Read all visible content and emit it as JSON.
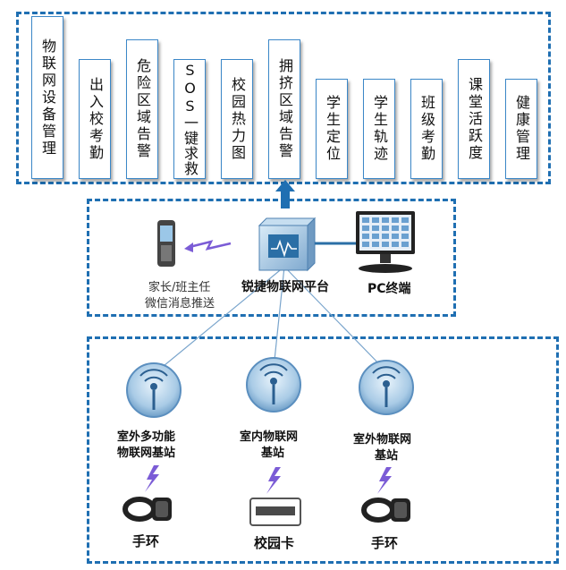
{
  "modules": [
    "物联网设备管理",
    "出入校考勤",
    "危险区域告警",
    "SOS一键求救",
    "校园热力图",
    "拥挤区域告警",
    "学生定位",
    "学生轨迹",
    "班级考勤",
    "课堂活跃度",
    "健康管理"
  ],
  "platform": {
    "label": "锐捷物联网平台",
    "pc_label": "PC终端",
    "phone_label_line1": "家长/班主任",
    "phone_label_line2": "微信消息推送"
  },
  "stations": [
    {
      "label_line1": "室外多功能",
      "label_line2": "物联网基站",
      "device": "手环"
    },
    {
      "label_line1": "室内物联网",
      "label_line2": "基站",
      "device": "校园卡"
    },
    {
      "label_line1": "室外物联网",
      "label_line2": "基站",
      "device": "手环"
    }
  ],
  "colors": {
    "border": "#1f6fb2",
    "accent": "#3b87c8",
    "lightning": "#7b5cd6"
  }
}
